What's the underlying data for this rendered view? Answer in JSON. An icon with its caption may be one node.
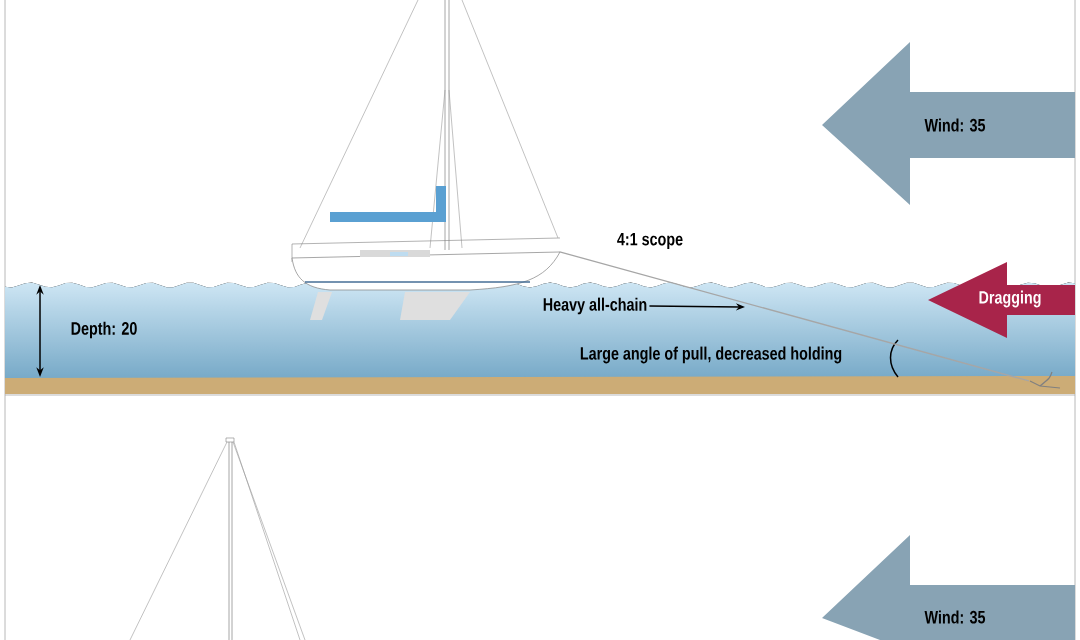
{
  "diagram": {
    "nodes": [
      {
        "text": [
          "Wind: 35"
        ]
      },
      {
        "text": [
          "Heavy all-chain"
        ]
      },
      {
        "text": [
          "Dragging"
        ]
      },
      {
        "text": [
          "Wind: 35"
        ]
      },
      {
        "text": [],
        "shape": "picture"
      },
      {
        "text": [],
        "shape": "picture"
      }
    ],
    "edges": [
      {
        "from": 1,
        "to": null,
        "arrow": "to"
      },
      {
        "from": 4,
        "to": 5,
        "arrow": "none",
        "color": "#a6a6a6"
      }
    ],
    "labels": [
      "4:1 scope",
      "Depth: 20",
      "Large angle of pull, decreased holding"
    ]
  }
}
